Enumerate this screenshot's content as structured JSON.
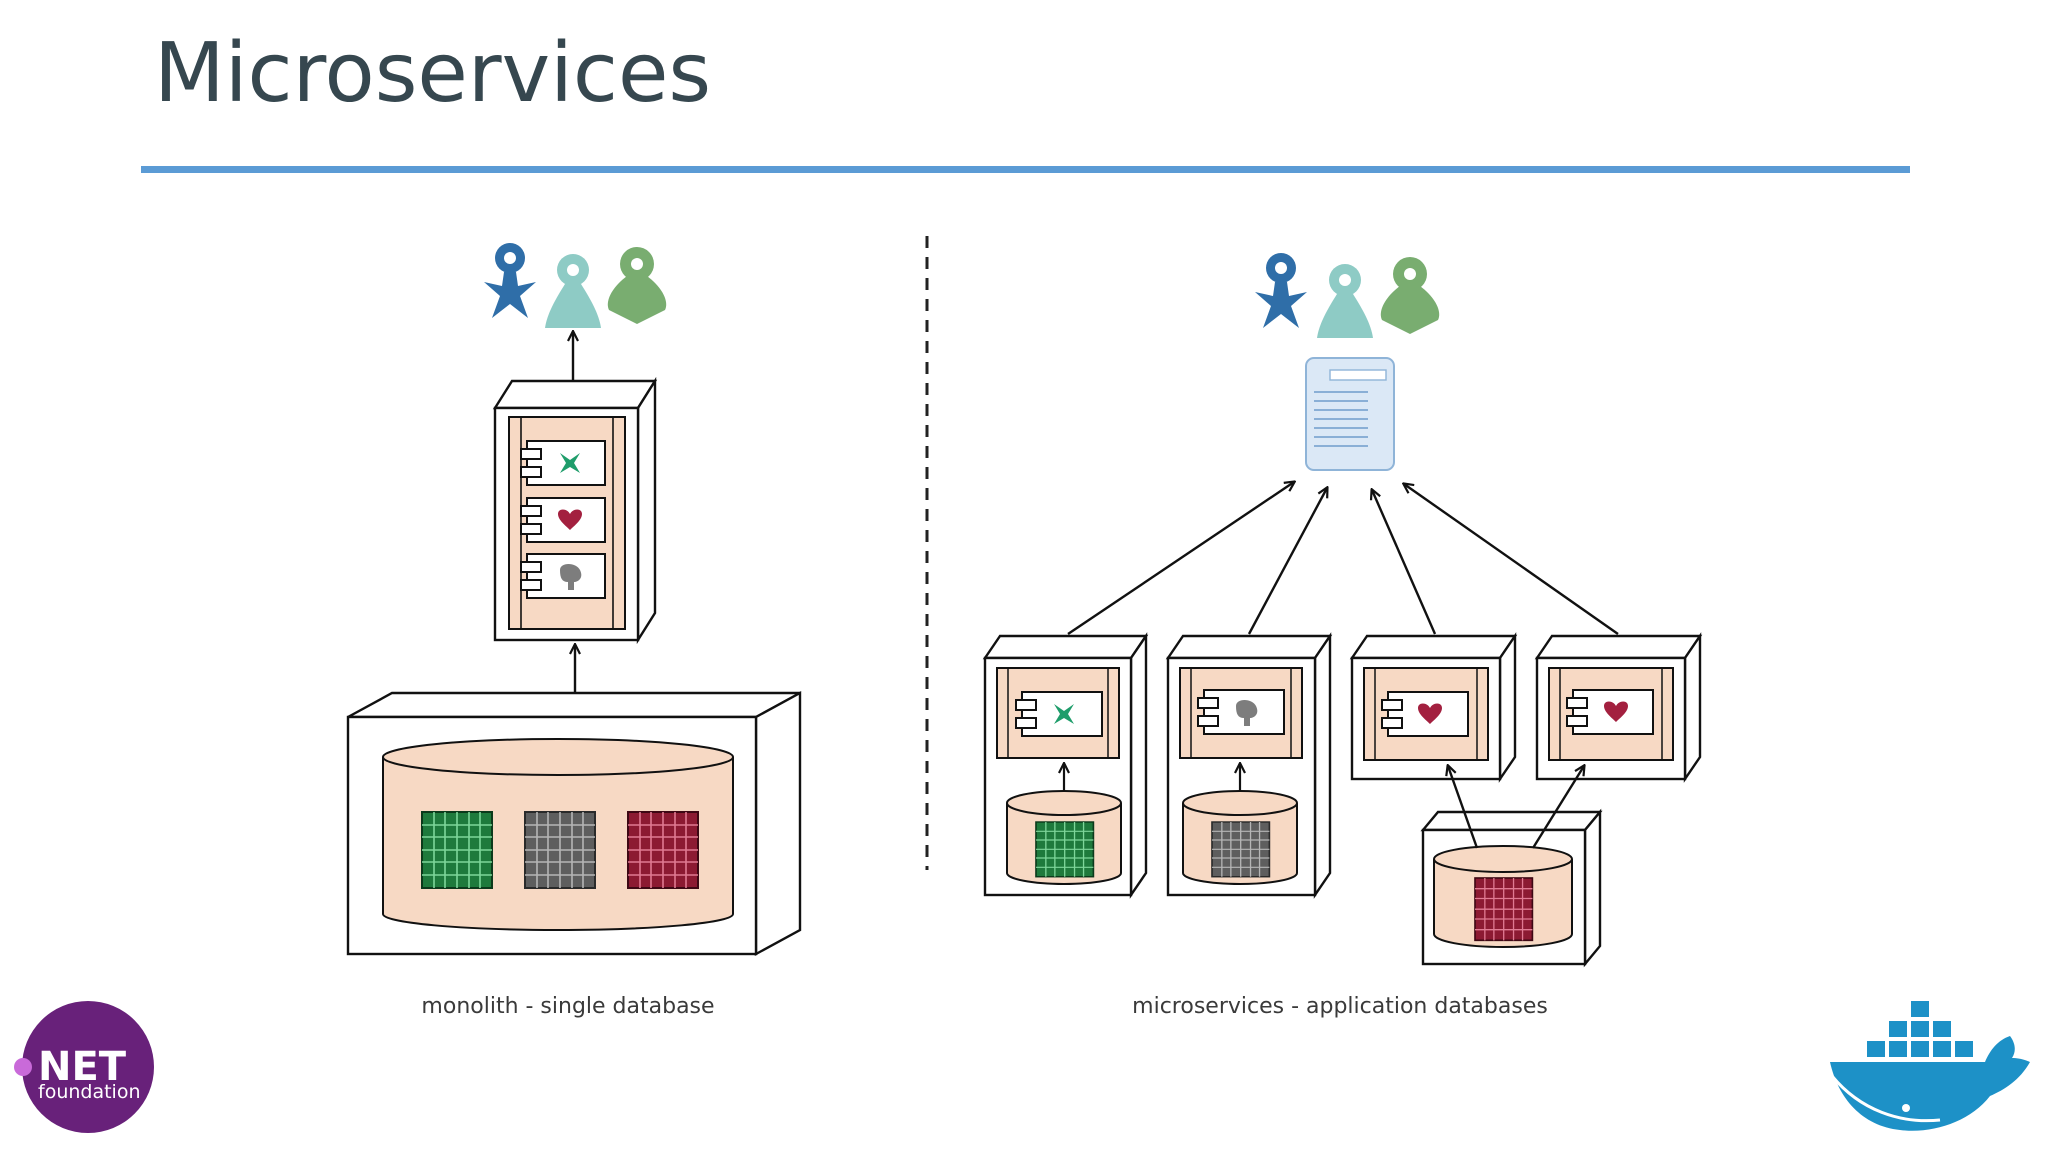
{
  "title": "Microservices",
  "captions": {
    "monolith": "monolith - single database",
    "microservices": "microservices - application databases"
  },
  "logos": {
    "net": {
      "big": "NET",
      "small": "foundation"
    },
    "docker": "docker-whale"
  },
  "colors": {
    "title": "#36474f",
    "rule": "#5b9bd5",
    "peach": "#f7d9c4",
    "green": "#1e7a3c",
    "gray": "#5e5e5e",
    "crimson": "#8c1a32",
    "user_dark": "#2f6ea8",
    "user_teal": "#8ecbc5",
    "user_green": "#79ad70",
    "net_purple": "#68217a",
    "docker_blue": "#1d91c7"
  },
  "icons": [
    "user-icon",
    "component-icon",
    "database-icon",
    "document-icon",
    "star-icon",
    "heart-icon",
    "blob-icon"
  ]
}
